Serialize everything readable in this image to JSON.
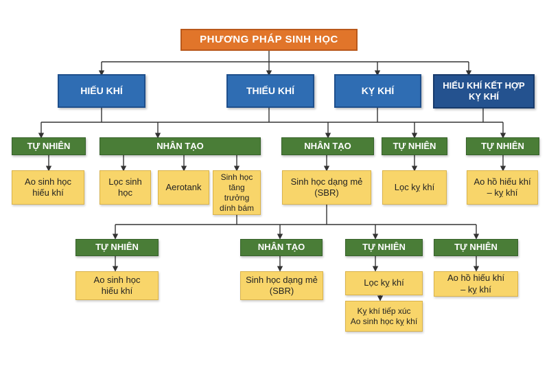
{
  "root": "PHƯƠNG PHÁP SINH HỌC",
  "level1": {
    "hieu_khi": "HIẾU KHÍ",
    "thieu_khi": "THIẾU KHÍ",
    "ky_khi": "KỴ KHÍ",
    "ket_hop": "HIẾU KHÍ KẾT HỢP\nKỴ KHÍ"
  },
  "level2": {
    "tu_nhien_1": "TỰ NHIÊN",
    "nhan_tao_1": "NHÂN TẠO",
    "nhan_tao_2": "NHÂN TẠO",
    "tu_nhien_2": "TỰ NHIÊN",
    "tu_nhien_3": "TỰ NHIÊN"
  },
  "level3": {
    "ao_sinh_hoc": "Ao sinh học\nhiếu khí",
    "loc_sinh_hoc": "Lọc sinh\nhọc",
    "aerotank": "Aerotank",
    "sinh_hoc_tang_truong": "Sinh học\ntăng trưởng\ndính bám",
    "sbr": "Sinh học dạng mẻ\n(SBR)",
    "loc_ky_khi": "Lọc kỵ khí",
    "ao_ho": "Ao hồ hiếu khí\n– kỵ khí"
  },
  "level4": {
    "tu_nhien_a": "TỰ NHIÊN",
    "nhan_tao_b": "NHÂN TẠO",
    "tu_nhien_c": "TỰ NHIÊN",
    "tu_nhien_d": "TỰ NHIÊN"
  },
  "level5": {
    "ao_sinh_hoc": "Ao sinh học\nhiếu khí",
    "sbr": "Sinh học dạng mẻ\n(SBR)",
    "loc_ky_khi": "Lọc kỵ khí",
    "ky_khi_tiep_xuc": "Kỵ khí tiếp xúc\nAo sinh học kỵ khí",
    "ao_ho": "Ao hồ hiếu khí\n– kỵ khí"
  },
  "colors": {
    "root": "#e1752a",
    "level1": "#2f6db3",
    "category": "#4a7d37",
    "leaf": "#f8d56a",
    "connector": "#333333"
  }
}
